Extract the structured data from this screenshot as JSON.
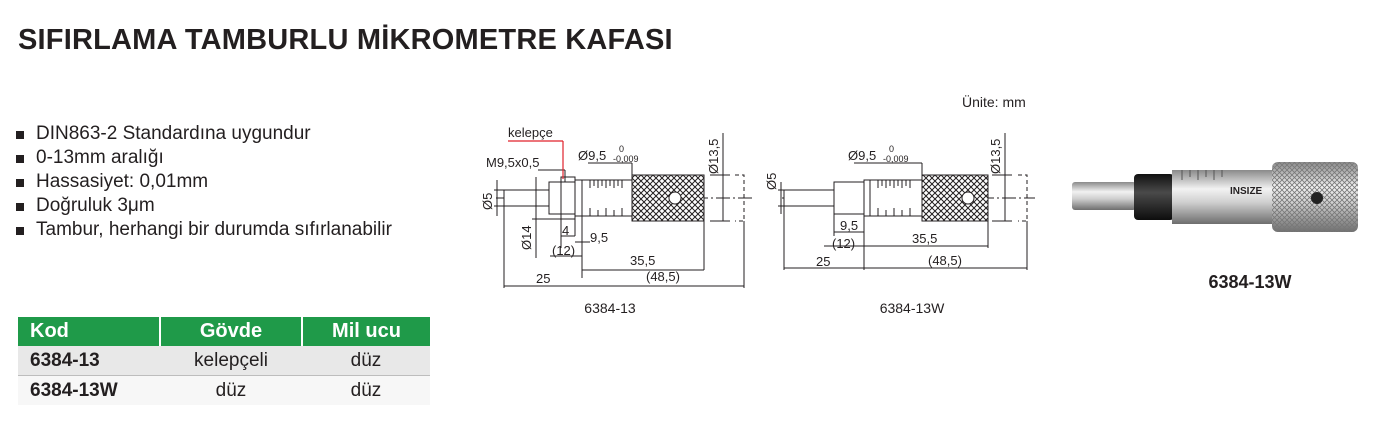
{
  "title": "SIFIRLAMA TAMBURLU MİKROMETRE KAFASI",
  "features": [
    "DIN863-2 Standardına uygundur",
    "0-13mm aralığı",
    "Hassasiyet: 0,01mm",
    "Doğruluk 3μm",
    "Tambur, herhangi bir durumda sıfırlanabilir"
  ],
  "table": {
    "headers": [
      "Kod",
      "Gövde",
      "Mil ucu"
    ],
    "rows": [
      {
        "code": "6384-13",
        "body": "kelepçeli",
        "tip": "düz"
      },
      {
        "code": "6384-13W",
        "body": "düz",
        "tip": "düz"
      }
    ],
    "header_color": "#1f9a49"
  },
  "unit_label": "Ünite: mm",
  "drawing1": {
    "caption": "6384-13",
    "clamp_label": "kelepçe",
    "thread_label": "M9,5x0,5",
    "dia_label": "Ø9,5",
    "tol_upper": "0",
    "tol_lower": "-0,009",
    "thimble_dia": "Ø13,5",
    "spindle_dia": "Ø5",
    "clamp_dia": "Ø14",
    "dim_4": "4",
    "dim_9_5": "9,5",
    "dim_12": "(12)",
    "dim_35_5": "35,5",
    "dim_25": "25",
    "dim_48_5": "(48,5)"
  },
  "drawing2": {
    "caption": "6384-13W",
    "dia_label": "Ø9,5",
    "tol_upper": "0",
    "tol_lower": "-0,009",
    "thimble_dia": "Ø13,5",
    "spindle_dia": "Ø5",
    "dim_9_5": "9,5",
    "dim_12": "(12)",
    "dim_35_5": "35,5",
    "dim_25": "25",
    "dim_48_5": "(48,5)"
  },
  "photo": {
    "caption": "6384-13W",
    "brand": "INSIZE",
    "colors": {
      "body": "#c8c8c8",
      "collar": "#222222",
      "accent": "#e0202a"
    }
  }
}
